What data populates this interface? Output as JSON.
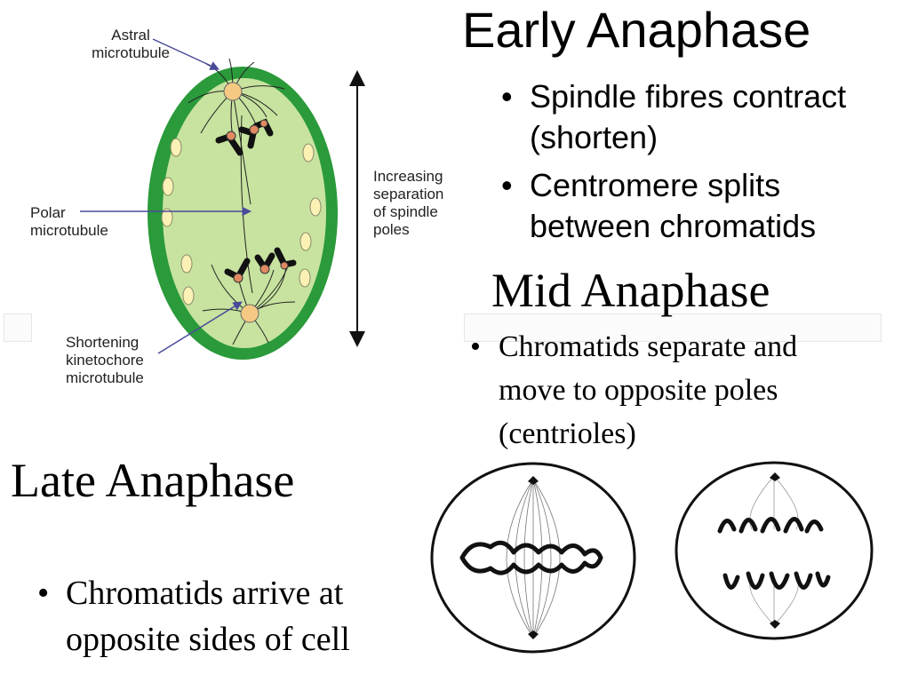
{
  "early": {
    "heading": "Early Anaphase",
    "bullets": [
      "Spindle fibres contract (shorten)",
      "Centromere splits between chromatids"
    ]
  },
  "mid": {
    "heading": "Mid Anaphase",
    "bullets": [
      "Chromatids separate and move to opposite poles (centrioles)"
    ]
  },
  "late": {
    "heading": "Late Anaphase",
    "bullets": [
      "Chromatids arrive at opposite sides of cell"
    ]
  },
  "diagram_labels": {
    "astral": [
      "Astral",
      "microtubule"
    ],
    "polar": [
      "Polar",
      "microtubule"
    ],
    "shortening": [
      "Shortening",
      "kinetochore",
      "microtubule"
    ],
    "separation": [
      "Increasing",
      "separation",
      "of spindle",
      "poles"
    ]
  },
  "colors": {
    "cell_outer": "#2a9a3a",
    "cell_inner": "#c7e39f",
    "centriole": "#f5c983",
    "kinetochore": "#e08a62",
    "vesicle": "#fbf1b5"
  }
}
